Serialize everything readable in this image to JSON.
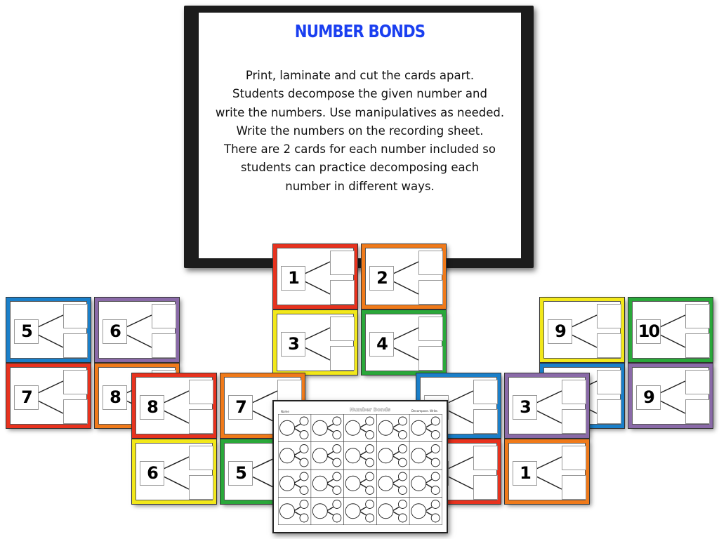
{
  "board": {
    "title": "NUMBER BONDS",
    "lines": [
      "Print, laminate and cut the cards apart.",
      "Students decompose the given number and",
      "write the numbers. Use manipulatives as needed.",
      "Write the numbers on the recording sheet.",
      "There are 2 cards for each number included so",
      "students can practice decomposing each",
      "number in different ways."
    ]
  },
  "colors": {
    "blue": "#1a7fc9",
    "purple": "#8a6aa8",
    "red": "#e8321e",
    "orange": "#f07a1a",
    "yellow": "#f2e81a",
    "green": "#2aa83a"
  },
  "cards": [
    {
      "n": "5",
      "color": "blue"
    },
    {
      "n": "6",
      "color": "purple"
    },
    {
      "n": "7",
      "color": "red"
    },
    {
      "n": "8",
      "color": "orange"
    },
    {
      "n": "9",
      "color": "yellow"
    },
    {
      "n": "10",
      "color": "green"
    },
    {
      "n": "",
      "color": "blue"
    },
    {
      "n": "9",
      "color": "purple"
    },
    {
      "n": "1",
      "color": "red"
    },
    {
      "n": "2",
      "color": "orange"
    },
    {
      "n": "3",
      "color": "yellow"
    },
    {
      "n": "4",
      "color": "green"
    },
    {
      "n": "8",
      "color": "red"
    },
    {
      "n": "7",
      "color": "orange"
    },
    {
      "n": "6",
      "color": "yellow"
    },
    {
      "n": "5",
      "color": "green"
    },
    {
      "n": "",
      "color": "blue"
    },
    {
      "n": "3",
      "color": "purple"
    },
    {
      "n": "",
      "color": "red"
    },
    {
      "n": "1",
      "color": "orange"
    }
  ],
  "sheet": {
    "title": "Number Bonds",
    "name_label": "Name",
    "directions": "Decompose. Write.",
    "rows": 4,
    "cols": 5
  }
}
